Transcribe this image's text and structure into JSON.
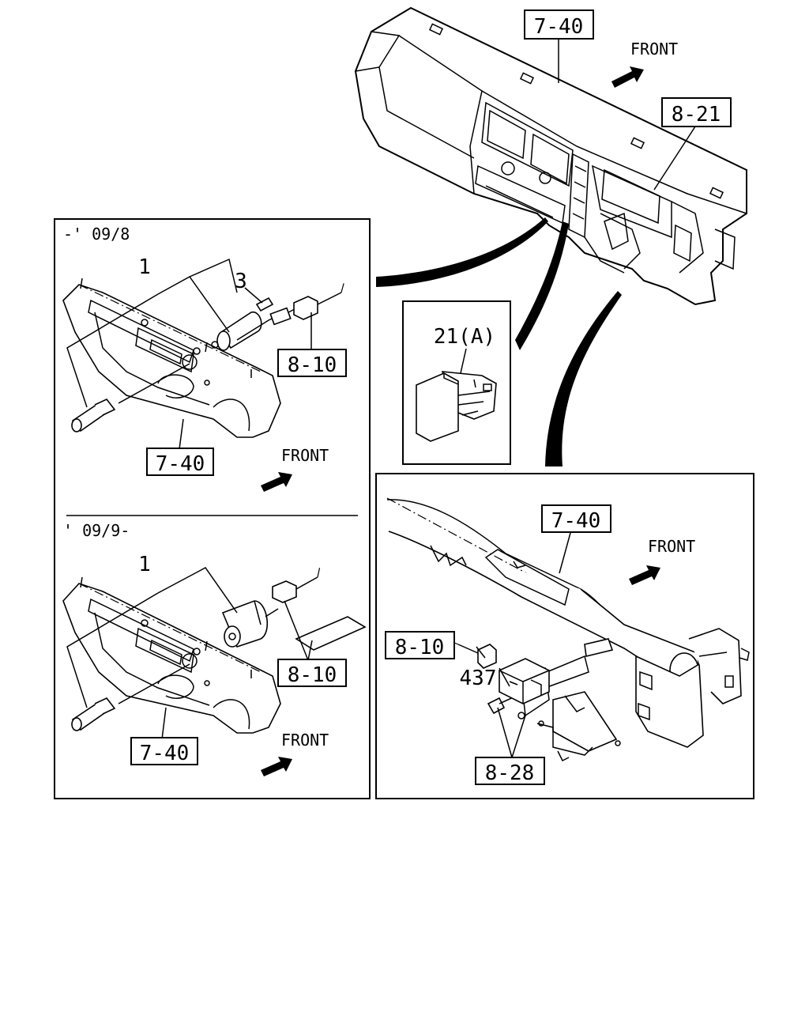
{
  "top": {
    "label_dashboard": "7-40",
    "label_cluster": "8-21",
    "front": "FRONT"
  },
  "upper_left": {
    "period": "-' 09/8",
    "callout_1": "1",
    "callout_3": "3",
    "ref_connector": "8-10",
    "ref_panel": "7-40",
    "front": "FRONT"
  },
  "lower_left": {
    "period": "' 09/9-",
    "callout_1": "1",
    "ref_connector": "8-10",
    "ref_panel": "7-40",
    "front": "FRONT"
  },
  "switch_detail": {
    "callout": "21(A)"
  },
  "right": {
    "ref_beam": "7-40",
    "front": "FRONT",
    "ref_connector": "8-10",
    "callout_437": "437",
    "ref_bracket": "8-28"
  }
}
